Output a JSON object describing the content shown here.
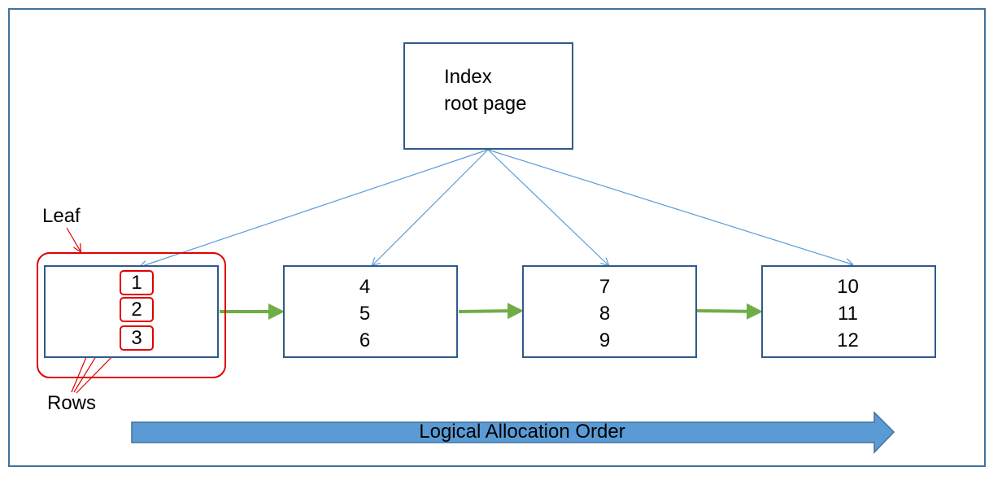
{
  "root": {
    "line1": "Index",
    "line2": "root page"
  },
  "leaf_pages": [
    {
      "rows": [
        "1",
        "2",
        "3"
      ]
    },
    {
      "rows": [
        "4",
        "5",
        "6"
      ]
    },
    {
      "rows": [
        "7",
        "8",
        "9"
      ]
    },
    {
      "rows": [
        "10",
        "11",
        "12"
      ]
    }
  ],
  "labels": {
    "leaf": "Leaf",
    "rows": "Rows"
  },
  "order_arrow": {
    "label": "Logical Allocation Order"
  },
  "colors": {
    "frame": "#41719c",
    "box_border": "#2f5a8a",
    "pointer_line": "#5b9bd5",
    "next_page_arrow": "#70ad47",
    "highlight": "#e00000",
    "order_arrow_fill": "#5b9bd5",
    "order_arrow_stroke": "#41719c"
  }
}
